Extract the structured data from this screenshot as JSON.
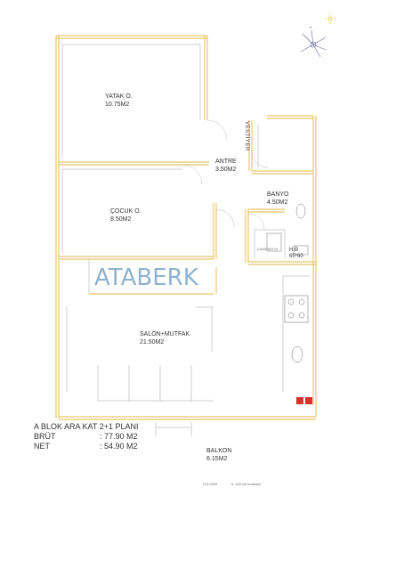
{
  "plan": {
    "title": "A BLOK ARA KAT 2+1 PLANI",
    "areas": [
      {
        "label": "BRÜT",
        "value": ": 77.90 M2"
      },
      {
        "label": "NET",
        "value": ": 54.90 M2"
      }
    ],
    "watermark": "ATABERK",
    "rooms": {
      "yatak": {
        "name": "YATAK O.",
        "area": "10.75M2"
      },
      "cocuk": {
        "name": "ÇOCUK O.",
        "area": "8.50M2"
      },
      "antre": {
        "name": "ANTRE",
        "area": "3.50M2"
      },
      "banyo": {
        "name": "BANYO",
        "area": "4.50M2"
      },
      "salon": {
        "name": "SALON+MUTFAK",
        "area": "21.50M2"
      },
      "balkon": {
        "name": "BALKON",
        "area": "6.15M2"
      },
      "vestiyer": "VESTİYER",
      "hb": {
        "name": "H.B",
        "size": "65*60"
      },
      "camasir": "ÇAMAŞIR M."
    },
    "notes": {
      "bottom_left": "D:0+00/9",
      "bottom_right": "h: 110 cm korkuluk"
    },
    "colors": {
      "wall": "#e8c86a",
      "line": "#555555",
      "hatch": "#d9312b",
      "watermark": "#8fb2cf"
    }
  }
}
